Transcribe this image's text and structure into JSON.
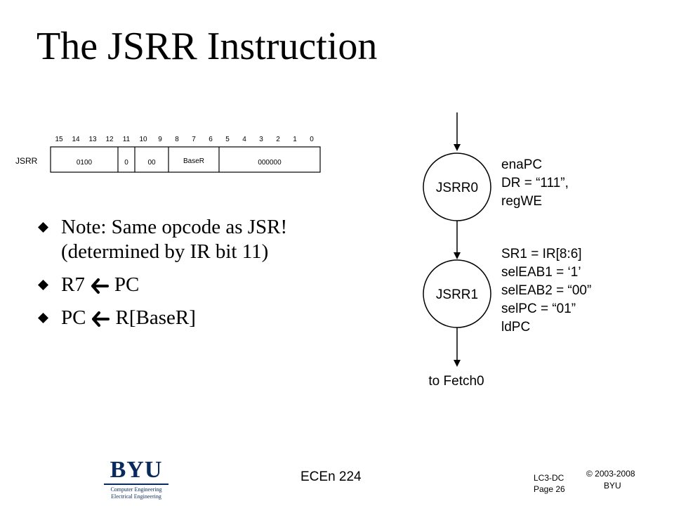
{
  "slide": {
    "title": "The JSRR Instruction"
  },
  "instruction_format": {
    "name": "JSRR",
    "bit_numbers": [
      "15",
      "14",
      "13",
      "12",
      "11",
      "10",
      "9",
      "8",
      "7",
      "6",
      "5",
      "4",
      "3",
      "2",
      "1",
      "0"
    ],
    "fields": [
      "0100",
      "0",
      "00",
      "BaseR",
      "000000"
    ]
  },
  "bullets": [
    {
      "line1": "Note: Same opcode as JSR!",
      "line2": "(determined by IR bit 11)"
    },
    {
      "left": "R7",
      "right": "PC"
    },
    {
      "left": "PC",
      "right": "R[BaseR]"
    }
  ],
  "state_diagram": {
    "states": [
      {
        "label": "JSRR0",
        "signals": [
          "enaPC",
          "DR = “111”,",
          "regWE"
        ]
      },
      {
        "label": "JSRR1",
        "signals": [
          "SR1 = IR[8:6]",
          "selEAB1 = ‘1’",
          "selEAB2 = “00”",
          "selPC = “01”",
          "ldPC"
        ]
      }
    ],
    "exit_label": "to Fetch0"
  },
  "footer": {
    "logo": {
      "main": "BYU",
      "line1": "Computer Engineering",
      "line2": "Electrical Engineering"
    },
    "course": "ECEn 224",
    "slide_id": "LC3-DC",
    "page": "Page 26",
    "copyright": "© 2003-2008",
    "org": "BYU"
  },
  "colors": {
    "logo_blue": "#0a2a5e",
    "text": "#000000"
  }
}
